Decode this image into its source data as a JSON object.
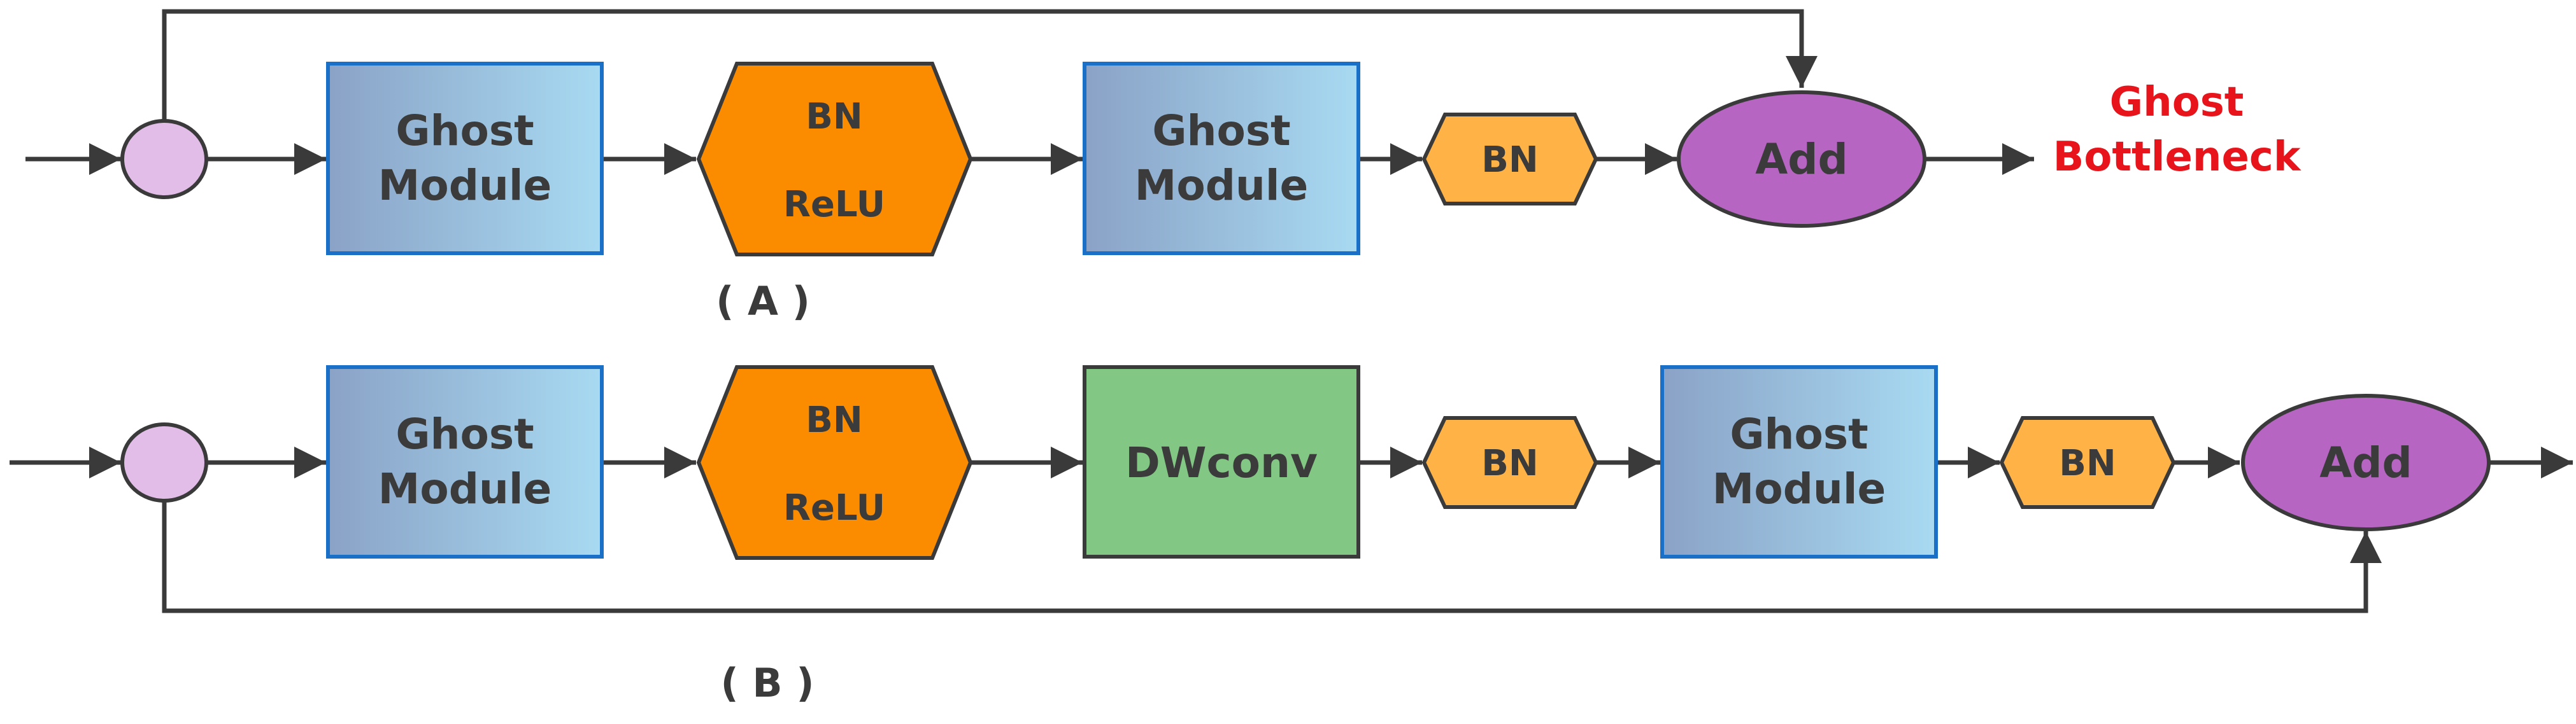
{
  "title": {
    "line1": "Ghost",
    "line2": "Bottleneck",
    "color": "#e8141b"
  },
  "colors": {
    "ghost_fill_start": "#8aa2c6",
    "ghost_fill_end": "#a8daf2",
    "ghost_stroke": "#1a6fc7",
    "hex_orange": "#fb8c00",
    "hex_light": "#ffb347",
    "dwconv_fill": "#82c784",
    "add_fill": "#b765c2",
    "split_fill": "#e1bde8",
    "line": "#3a3a3a",
    "text": "#3b3b3b"
  },
  "row_a": {
    "caption": "( A )",
    "ghost1": {
      "line1": "Ghost",
      "line2": "Module"
    },
    "bn_relu": {
      "line1": "BN",
      "line2": "ReLU"
    },
    "ghost2": {
      "line1": "Ghost",
      "line2": "Module"
    },
    "bn": "BN",
    "add": "Add"
  },
  "row_b": {
    "caption": "( B )",
    "ghost1": {
      "line1": "Ghost",
      "line2": "Module"
    },
    "bn_relu": {
      "line1": "BN",
      "line2": "ReLU"
    },
    "dwconv": "DWconv",
    "bn1": "BN",
    "ghost2": {
      "line1": "Ghost",
      "line2": "Module"
    },
    "bn2": "BN",
    "add": "Add"
  }
}
